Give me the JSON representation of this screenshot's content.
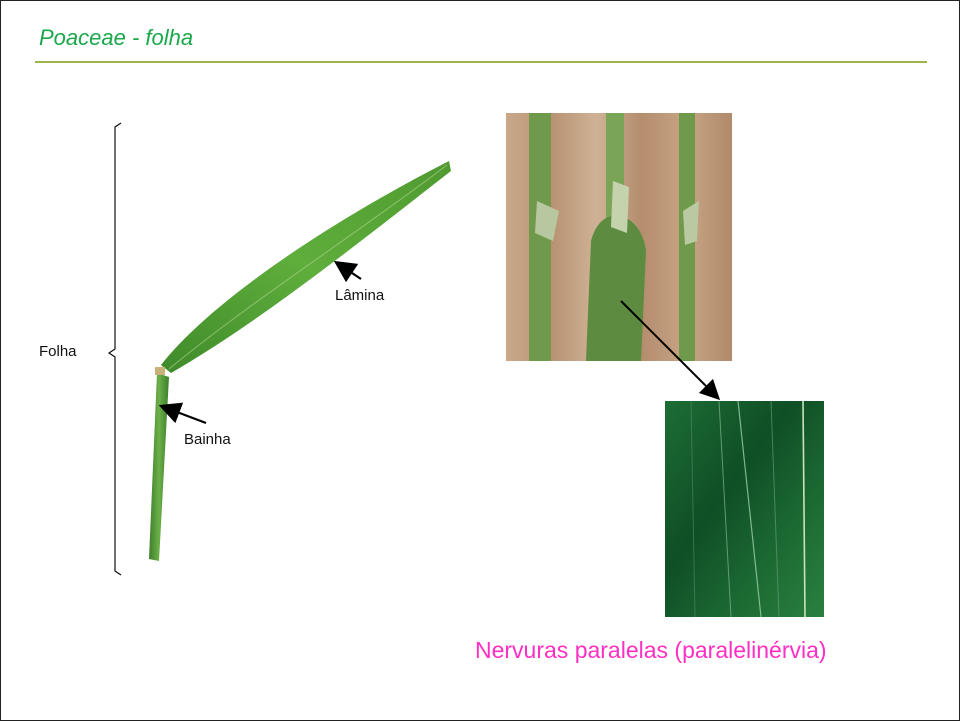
{
  "slide": {
    "title": "Poaceae - folha",
    "labels": {
      "folha": "Folha",
      "lamina": "Lâmina",
      "bainha": "Bainha"
    },
    "caption": "Nervuras paralelas (paralelinérvia)"
  },
  "colors": {
    "title": "#1aa84a",
    "rule": "#9ab84a",
    "caption": "#ff2fc4"
  }
}
